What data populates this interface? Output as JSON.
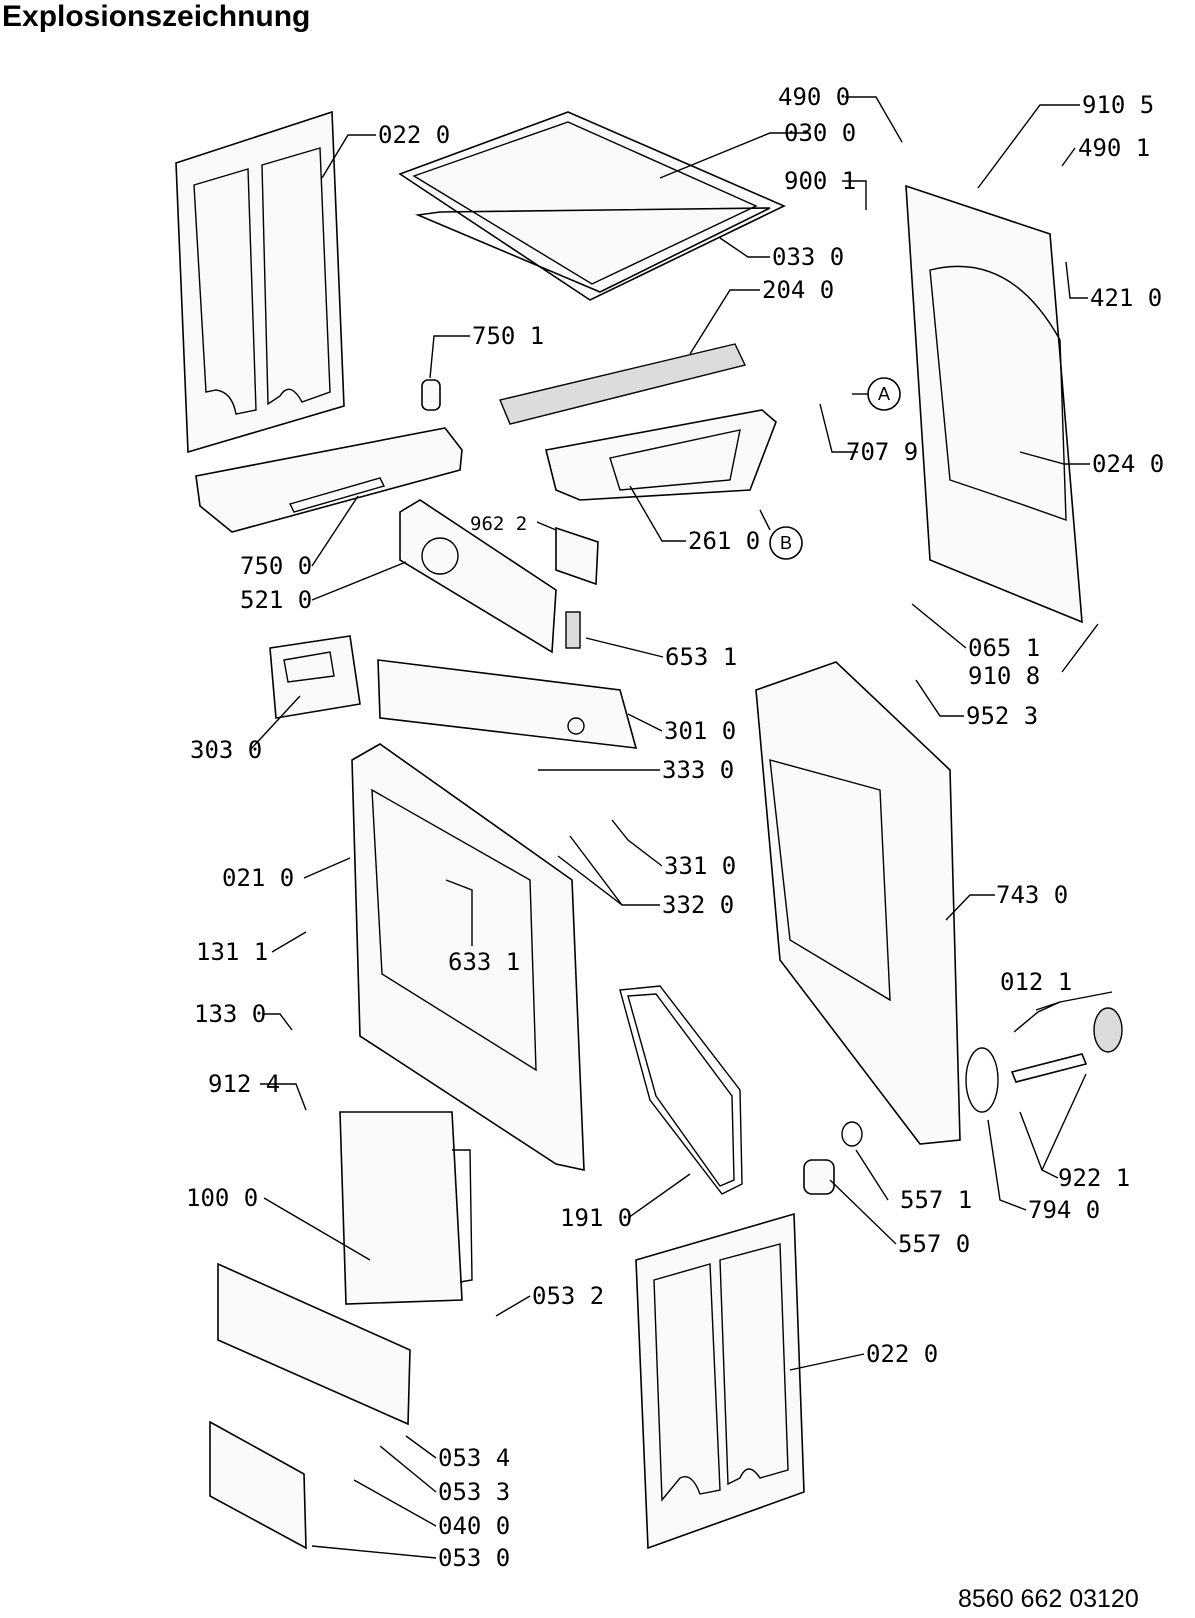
{
  "title": "Explosionszeichnung",
  "doc_number": "8560 662 03120",
  "callouts": [
    {
      "id": "c1",
      "label": "022 0"
    },
    {
      "id": "c2",
      "label": "030 0"
    },
    {
      "id": "c3",
      "label": "033 0"
    },
    {
      "id": "c4",
      "label": "204 0"
    },
    {
      "id": "c5",
      "label": "750 1"
    },
    {
      "id": "c6",
      "label": "490 0"
    },
    {
      "id": "c7",
      "label": "910 5"
    },
    {
      "id": "c8",
      "label": "490 1"
    },
    {
      "id": "c9",
      "label": "900 1"
    },
    {
      "id": "c10",
      "label": "421 0"
    },
    {
      "id": "c11",
      "label": "707 9"
    },
    {
      "id": "c12",
      "label": "024 0"
    },
    {
      "id": "c13",
      "label": "750 0"
    },
    {
      "id": "c14",
      "label": "521 0"
    },
    {
      "id": "c15",
      "label": "962 2"
    },
    {
      "id": "c16",
      "label": "261 0"
    },
    {
      "id": "c17",
      "label": "653 1"
    },
    {
      "id": "c18",
      "label": "065 1"
    },
    {
      "id": "c19",
      "label": "910 8"
    },
    {
      "id": "c20",
      "label": "952 3"
    },
    {
      "id": "c21",
      "label": "303 0"
    },
    {
      "id": "c22",
      "label": "301 0"
    },
    {
      "id": "c23",
      "label": "333 0"
    },
    {
      "id": "c24",
      "label": "331 0"
    },
    {
      "id": "c25",
      "label": "332 0"
    },
    {
      "id": "c26",
      "label": "021 0"
    },
    {
      "id": "c27",
      "label": "743 0"
    },
    {
      "id": "c28",
      "label": "131 1"
    },
    {
      "id": "c29",
      "label": "633 1"
    },
    {
      "id": "c30",
      "label": "012 1"
    },
    {
      "id": "c31",
      "label": "133 0"
    },
    {
      "id": "c32",
      "label": "912 4"
    },
    {
      "id": "c33",
      "label": "922 1"
    },
    {
      "id": "c34",
      "label": "557 1"
    },
    {
      "id": "c35",
      "label": "794 0"
    },
    {
      "id": "c36",
      "label": "100 0"
    },
    {
      "id": "c37",
      "label": "191 0"
    },
    {
      "id": "c38",
      "label": "557 0"
    },
    {
      "id": "c39",
      "label": "053 2"
    },
    {
      "id": "c40",
      "label": "022 0"
    },
    {
      "id": "c41",
      "label": "053 4"
    },
    {
      "id": "c42",
      "label": "053 3"
    },
    {
      "id": "c43",
      "label": "040 0"
    },
    {
      "id": "c44",
      "label": "053 0"
    }
  ],
  "markers": [
    {
      "id": "A",
      "label": "A"
    },
    {
      "id": "B",
      "label": "B"
    }
  ]
}
